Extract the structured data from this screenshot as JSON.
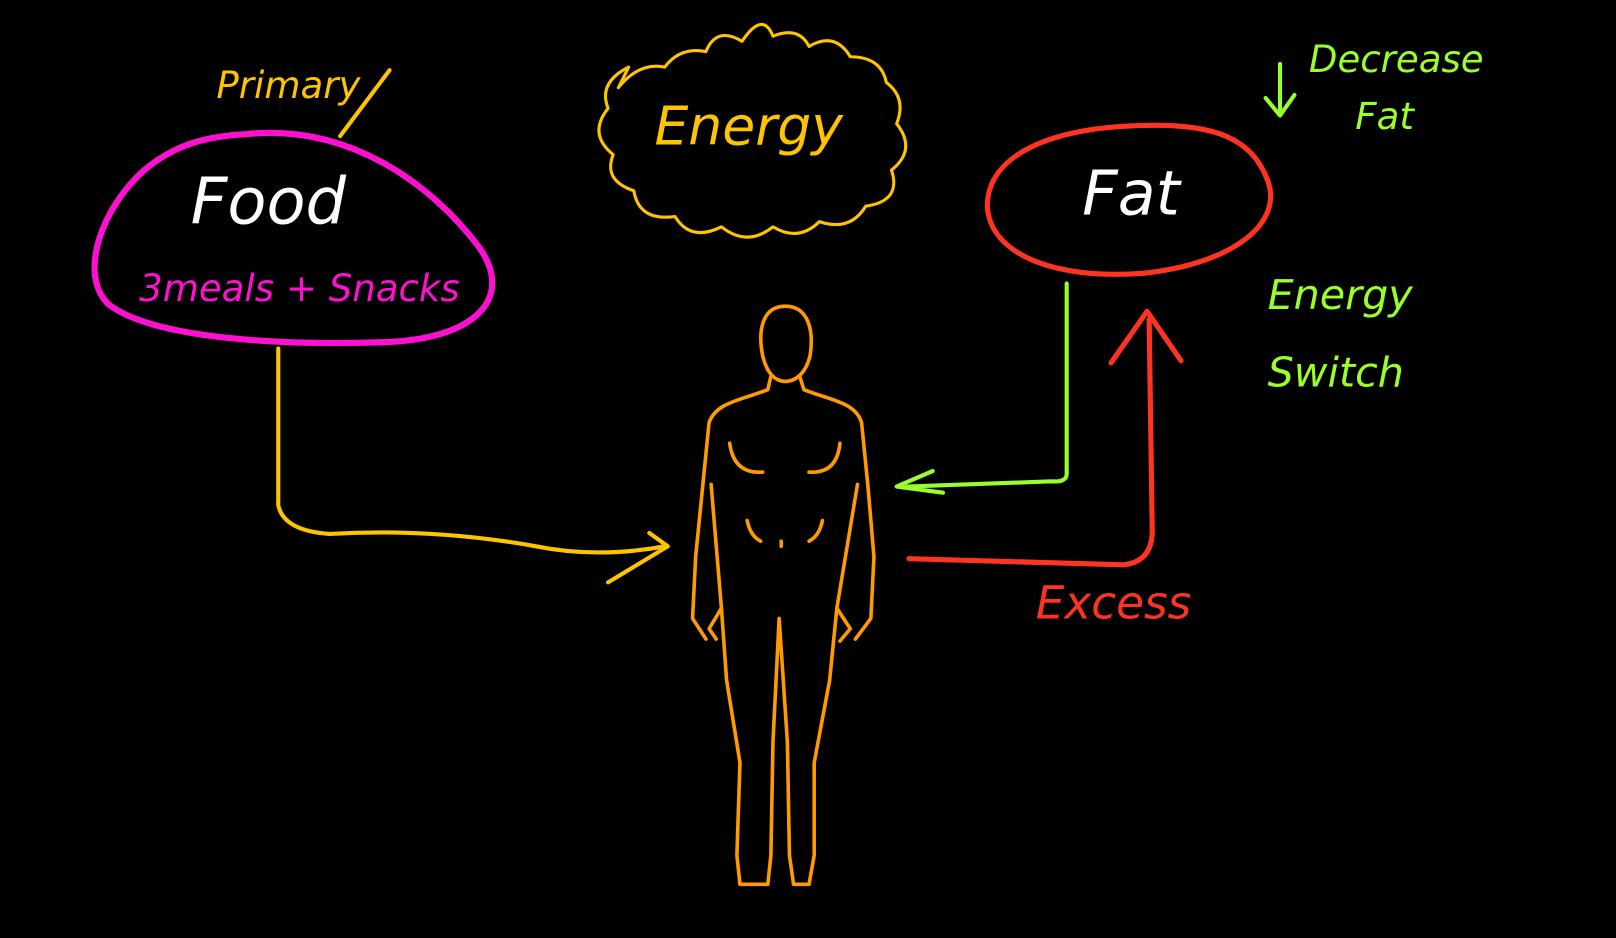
{
  "colors": {
    "background": "#000000",
    "food": "#ff10d0",
    "primary": "#ffc400",
    "energy_cloud": "#ffc400",
    "body": "#ff9a00",
    "fat": "#ff3322",
    "green": "#99ff2a",
    "white": "#ffffff"
  },
  "labels": {
    "primary": "Primary",
    "food": "Food",
    "food_detail": "3meals + Snacks",
    "energy": "Energy",
    "fat": "Fat",
    "decrease_line1": "Decrease",
    "decrease_line2": "Fat",
    "energy_switch_line1": "Energy",
    "energy_switch_line2": "Switch",
    "excess": "Excess"
  },
  "icons": {
    "decrease_arrow": "down-arrow-icon",
    "human": "human-figure-icon"
  }
}
